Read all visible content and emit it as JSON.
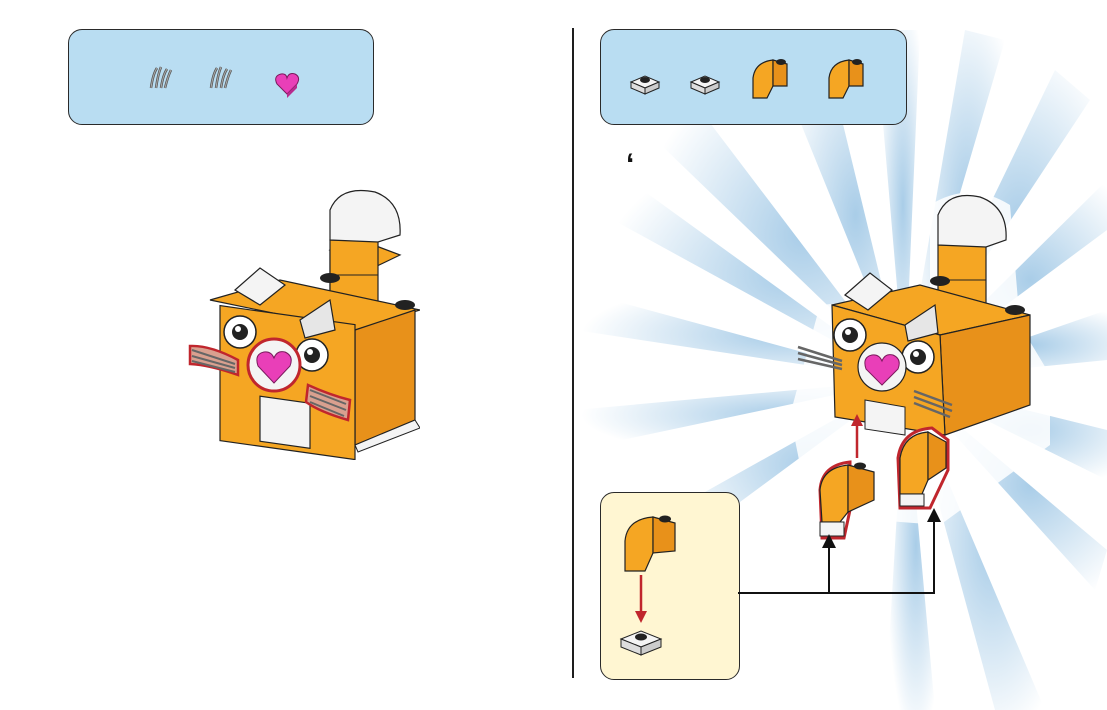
{
  "colors": {
    "parts_box": "#b9ddf2",
    "sub_box": "#fff6d2",
    "orange": "#f5a623",
    "white_brick": "#f4f4f4",
    "pink": "#e93fb8",
    "highlight_red": "#c0262d",
    "burst_blue": "#a9cde8"
  },
  "step": {
    "left": {
      "parts": [
        {
          "name": "whisker-piece-1",
          "icon": "whisker-icon"
        },
        {
          "name": "whisker-piece-2",
          "icon": "whisker-icon"
        },
        {
          "name": "pink-heart-tile",
          "icon": "heart-tile-icon"
        }
      ]
    },
    "right": {
      "number_glyph": "ʻ",
      "parts": [
        {
          "name": "white-plate-1x1-a",
          "icon": "plate-icon"
        },
        {
          "name": "white-plate-1x1-b",
          "icon": "plate-icon"
        },
        {
          "name": "orange-curved-slope-a",
          "icon": "curved-slope-icon"
        },
        {
          "name": "orange-curved-slope-b",
          "icon": "curved-slope-icon"
        }
      ]
    }
  }
}
